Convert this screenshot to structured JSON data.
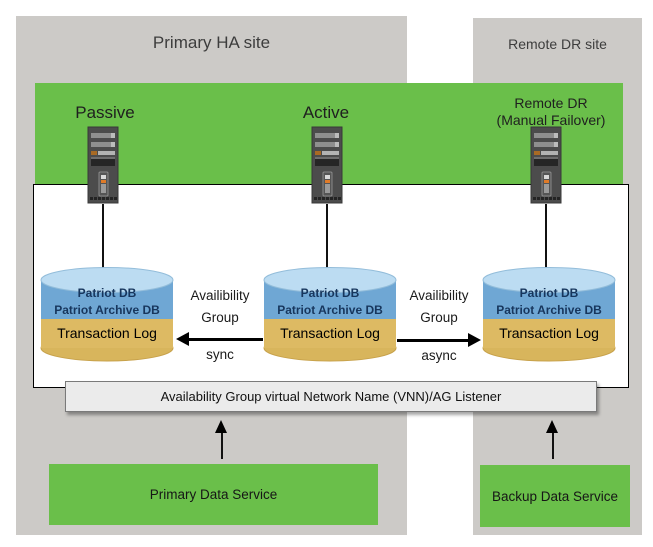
{
  "diagram": {
    "sites": {
      "primary": {
        "title": "Primary HA site"
      },
      "remote": {
        "title": "Remote DR site"
      }
    },
    "nodes": {
      "passive": {
        "label": "Passive"
      },
      "active": {
        "label": "Active"
      },
      "remote_dr": {
        "label_line1": "Remote DR",
        "label_line2": "(Manual Failover)"
      }
    },
    "databases": {
      "line1": "Patriot DB",
      "line2": "Patriot Archive DB",
      "line3": "Transaction Log"
    },
    "replication": {
      "sync": {
        "label_line1": "Availibility",
        "label_line2": "Group",
        "mode": "sync",
        "direction": "left"
      },
      "async": {
        "label_line1": "Availibility",
        "label_line2": "Group",
        "mode": "async",
        "direction": "right"
      }
    },
    "listener": {
      "label": "Availability Group virtual Network Name (VNN)/AG Listener"
    },
    "services": {
      "primary": {
        "label": "Primary Data Service"
      },
      "backup": {
        "label": "Backup Data Service"
      }
    },
    "icons": {
      "server": "server-tower-icon",
      "database": "database-cylinder-icon",
      "sync_arrow": "arrow-left-icon",
      "async_arrow": "arrow-right-icon",
      "service_arrow": "arrow-up-icon"
    },
    "colors": {
      "site_background": "#cccac7",
      "highlight_green": "#6abf4a",
      "db_body_blue": "#6fa7d4",
      "db_top_blue": "#bcdcf2",
      "db_log_tan": "#ddba63",
      "listener_bar": "#ebebeb"
    }
  }
}
